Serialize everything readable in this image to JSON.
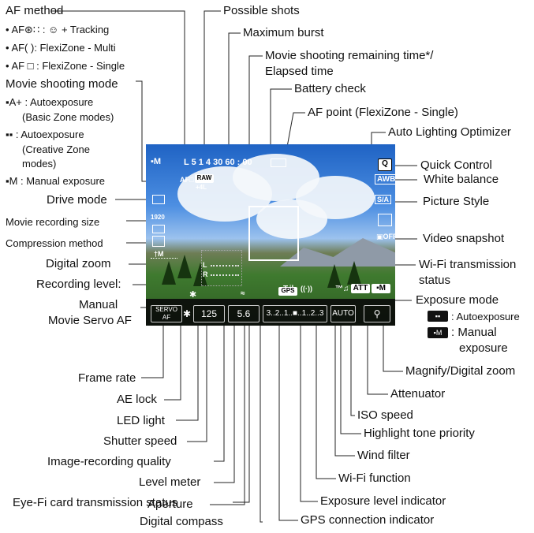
{
  "labels": {
    "af_method": "AF method",
    "af_face_tracking": "• AF⊛∷ : ☺ + Tracking",
    "af_multi": "• AF( ): FlexiZone - Multi",
    "af_single": "• AF □ : FlexiZone - Single",
    "movie_mode": "Movie shooting mode",
    "auto_basic_1": "▪A+ : Autoexposure",
    "auto_basic_2": "(Basic Zone modes)",
    "auto_creative_1": "▪▪ : Autoexposure",
    "auto_creative_2": "(Creative Zone",
    "auto_creative_3": "modes)",
    "manual_exp": "▪M : Manual exposure",
    "drive_mode": "Drive mode",
    "movie_rec_size": "Movie recording size",
    "compression": "Compression method",
    "digital_zoom": "Digital zoom",
    "recording_level": "Recording level:",
    "manual": "Manual",
    "servo_af": "Movie Servo AF",
    "frame_rate": "Frame rate",
    "ae_lock": "AE lock",
    "led_light": "LED light",
    "shutter_speed": "Shutter speed",
    "image_quality": "Image-recording quality",
    "level_meter": "Level meter",
    "eyefi": "Eye-Fi card transmission status",
    "aperture": "Aperture",
    "digital_compass": "Digital compass",
    "possible_shots": "Possible shots",
    "max_burst": "Maximum burst",
    "movie_time_1": "Movie shooting remaining time*/",
    "movie_time_2": "Elapsed time",
    "battery": "Battery check",
    "af_point": "AF point (FlexiZone - Single)",
    "alo": "Auto Lighting Optimizer",
    "quick_control": "Quick Control",
    "white_balance": "White balance",
    "picture_style": "Picture Style",
    "video_snapshot": "Video snapshot",
    "wifi_tx_1": "Wi-Fi transmission",
    "wifi_tx_2": "status",
    "exposure_mode": "Exposure mode",
    "em_auto": ": Autoexposure",
    "em_manual_1": ": Manual",
    "em_manual_2": "exposure",
    "magnify": "Magnify/Digital zoom",
    "attenuator": "Attenuator",
    "iso": "ISO speed",
    "htp": "Highlight tone priority",
    "wind": "Wind filter",
    "wifi_func": "Wi-Fi function",
    "exp_level": "Exposure level indicator",
    "gps": "GPS connection indicator"
  },
  "screen": {
    "top_readout": "L 5 1 4  30  60 : 00",
    "af_icon": "AF□",
    "raw_icon": "RAW",
    "raw_sub": "+4L",
    "q_icon": "Q",
    "awb_icon": "AWB",
    "ps_icon": "S/A",
    "servo": "SERVO AF",
    "shutter": "125",
    "aperture": "5.6",
    "exp_scale": "3..2..1..■..1..2..3",
    "iso": "AUTO",
    "att": "ATT",
    "gps": "GPS",
    "size": "1920",
    "star": "✱",
    "rec_l": "L",
    "rec_r": "R",
    "zoom": "†M"
  }
}
